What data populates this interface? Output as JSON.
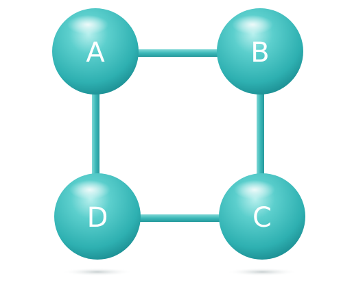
{
  "nodes": [
    {
      "id": "A",
      "label": "A"
    },
    {
      "id": "B",
      "label": "B"
    },
    {
      "id": "C",
      "label": "C"
    },
    {
      "id": "D",
      "label": "D"
    }
  ],
  "edges": [
    {
      "from": "A",
      "to": "B"
    },
    {
      "from": "B",
      "to": "C"
    },
    {
      "from": "C",
      "to": "D"
    },
    {
      "from": "D",
      "to": "A"
    }
  ],
  "colors": {
    "sphere_light": "#8fe3e0",
    "sphere_mid": "#34bcbc",
    "sphere_dark": "#1a8d92",
    "connector": "#3bb8b8",
    "connector_dark": "#27a0a2",
    "label": "#ffffff"
  }
}
